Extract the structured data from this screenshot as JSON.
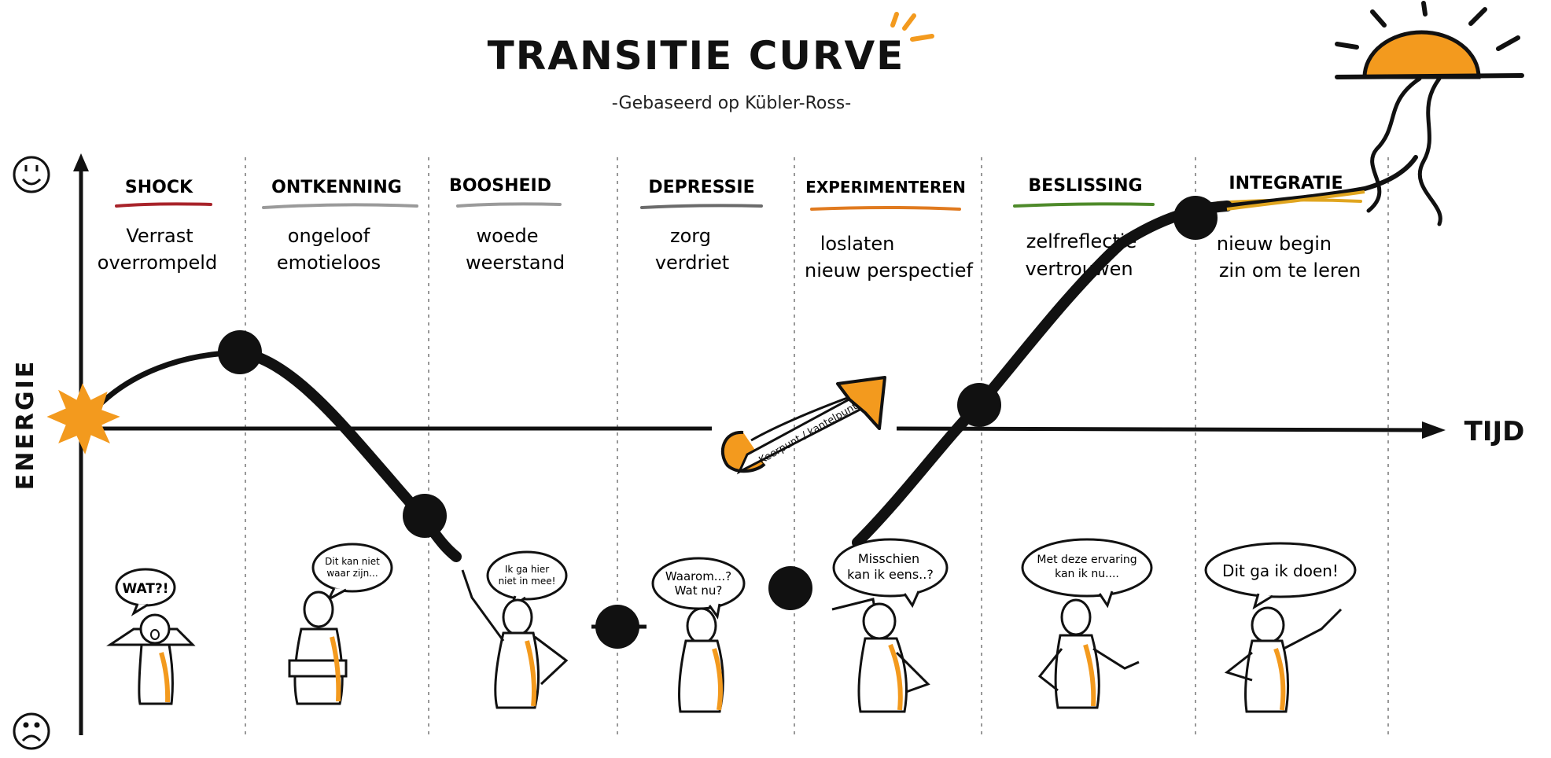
{
  "title": "TRANSITIE CURVE",
  "subtitle": "-Gebaseerd op Kübler-Ross-",
  "axes": {
    "y_label": "ENERGIE",
    "x_label": "TIJD",
    "happy_icon": "smiley-happy-icon",
    "sad_icon": "smiley-sad-icon"
  },
  "phases": [
    {
      "name": "SHOCK",
      "line1": "Verrast",
      "line2": "overrompeld",
      "color": "#a8232a",
      "speech": "WAT?!"
    },
    {
      "name": "ONTKENNING",
      "line1": "ongeloof",
      "line2": "emotieloos",
      "color": "#9a9a9a",
      "speech_1": "Dit kan niet",
      "speech_2": "waar zijn..."
    },
    {
      "name": "BOOSHEID",
      "line1": "woede",
      "line2": "weerstand",
      "color": "#9a9a9a",
      "speech_1": "Ik ga hier",
      "speech_2": "niet in mee!"
    },
    {
      "name": "DEPRESSIE",
      "line1": "zorg",
      "line2": "verdriet",
      "color": "#6b6b6b",
      "speech_1": "Waarom...?",
      "speech_2": "Wat nu?"
    },
    {
      "name": "EXPERIMENTEREN",
      "line1": "loslaten",
      "line2": "nieuw perspectief",
      "color": "#e07a1f",
      "speech_1": "Misschien",
      "speech_2": "kan ik eens..?"
    },
    {
      "name": "BESLISSING",
      "line1": "zelfreflectie",
      "line2": "vertrouwen",
      "color": "#4e8a2a",
      "speech_1": "Met deze ervaring",
      "speech_2": "kan ik nu...."
    },
    {
      "name": "INTEGRATIE",
      "line1": "nieuw begin",
      "line2": "zin om te leren",
      "color": "#e0a51f",
      "speech": "Dit ga ik doen!"
    }
  ],
  "arrow_label": "Keerpunt / kantelpunt",
  "colors": {
    "accent": "#f39a1e",
    "ink": "#111111",
    "sun": "#f39a1e"
  }
}
